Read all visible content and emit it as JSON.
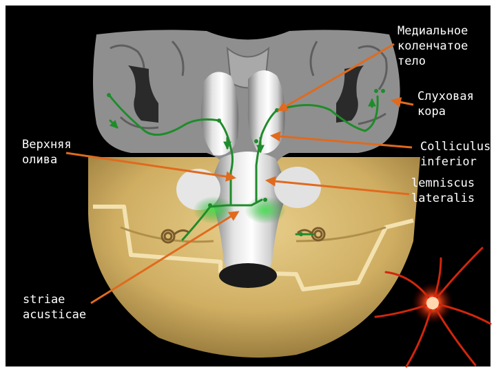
{
  "colors": {
    "background": "#000000",
    "frame": "#ffffff",
    "arrow": "#e06a1e",
    "pathway": "#1e8c2a",
    "cortex_gray": "#8a8a8a",
    "skull": "#d4b46a",
    "neuron": "#ff3a1a"
  },
  "labels": {
    "medial_geniculate": [
      "Медиальное",
      "коленчатое",
      "тело"
    ],
    "auditory_cortex": [
      "Слуховая",
      "кора"
    ],
    "superior_olive": [
      "Верхняя",
      "олива"
    ],
    "colliculus_inferior": [
      "Colliculus",
      "inferior"
    ],
    "lemniscus_lateralis": [
      "lemniscus",
      "lateralis"
    ],
    "striae_acusticae": [
      "striae",
      "acusticae"
    ]
  }
}
